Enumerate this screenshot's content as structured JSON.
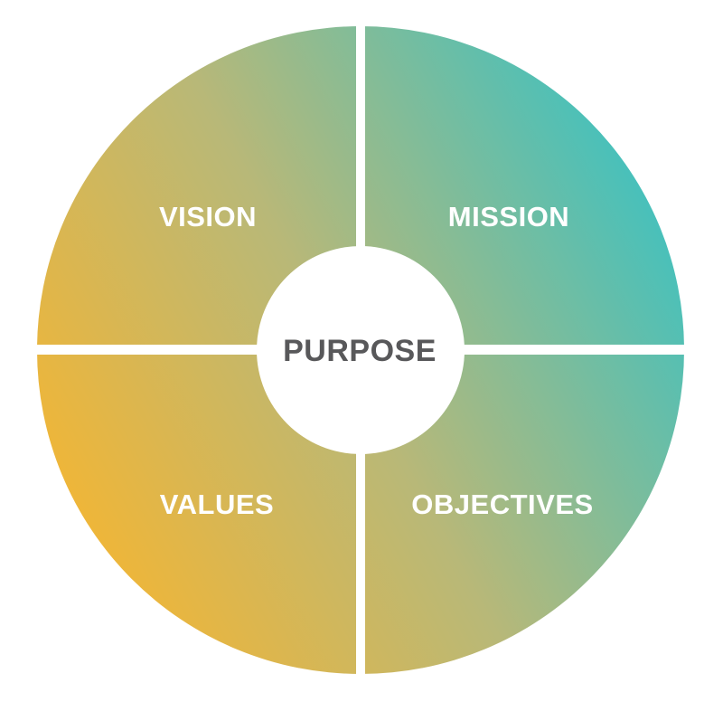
{
  "diagram": {
    "center": {
      "label": "PURPOSE"
    },
    "quadrants": [
      {
        "id": "top-left",
        "label": "VISION"
      },
      {
        "id": "top-right",
        "label": "MISSION"
      },
      {
        "id": "bottom-left",
        "label": "VALUES"
      },
      {
        "id": "bottom-right",
        "label": "OBJECTIVES"
      }
    ],
    "colors": {
      "gradient_start": "#f9b52d",
      "gradient_end": "#3fc1c0",
      "center_fill": "#ffffff",
      "center_text": "#58585a",
      "label_text": "#ffffff",
      "divider": "#ffffff"
    }
  }
}
